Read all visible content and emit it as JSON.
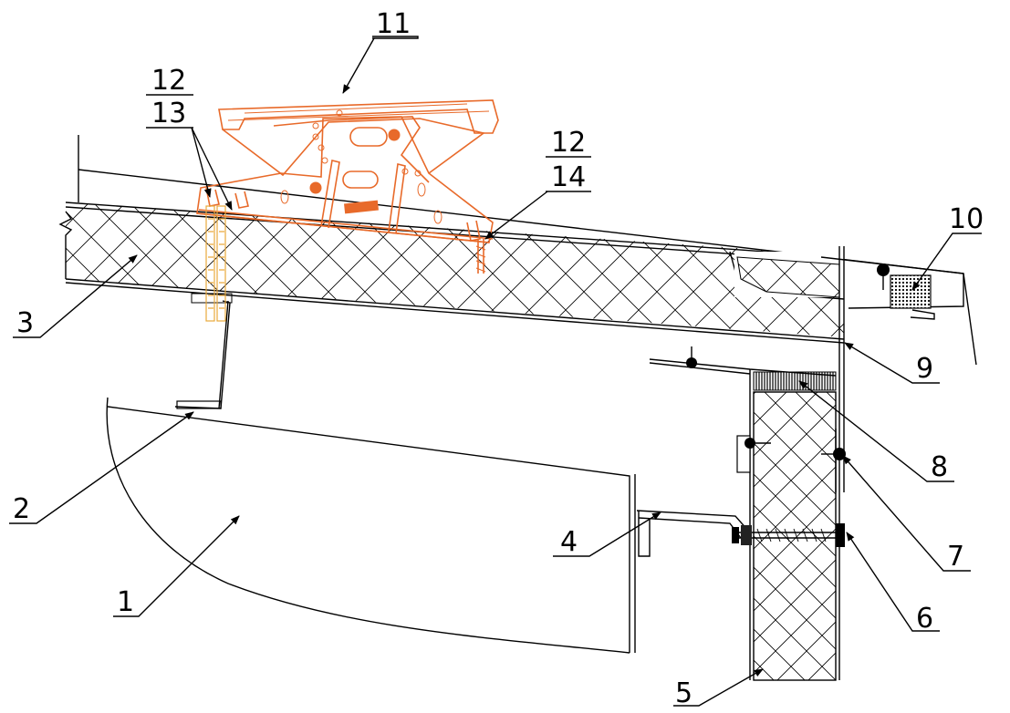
{
  "callouts": [
    {
      "id": "1",
      "label": "1"
    },
    {
      "id": "2",
      "label": "2"
    },
    {
      "id": "3",
      "label": "3"
    },
    {
      "id": "4",
      "label": "4"
    },
    {
      "id": "5",
      "label": "5"
    },
    {
      "id": "6",
      "label": "6"
    },
    {
      "id": "7",
      "label": "7"
    },
    {
      "id": "8",
      "label": "8"
    },
    {
      "id": "9",
      "label": "9"
    },
    {
      "id": "10",
      "label": "10"
    },
    {
      "id": "11",
      "label": "11"
    },
    {
      "id": "12a",
      "label": "12"
    },
    {
      "id": "13",
      "label": "13"
    },
    {
      "id": "12b",
      "label": "12"
    },
    {
      "id": "14",
      "label": "14"
    }
  ],
  "colors": {
    "line": "#000000",
    "fixture": "#e86a2a",
    "fastener": "#e9a93c",
    "background": "#ffffff"
  }
}
